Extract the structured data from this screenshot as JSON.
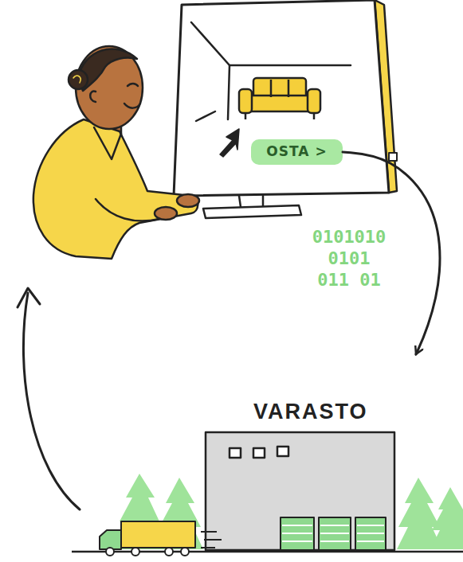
{
  "diagram": {
    "nodes": [
      {
        "text": [
          "OSTA >"
        ]
      },
      {
        "text": [
          "VARASTO"
        ]
      }
    ],
    "edges": [
      {
        "from": 0,
        "to": 1,
        "arrow": "to",
        "label": "0101010 0101 011 01"
      }
    ]
  }
}
